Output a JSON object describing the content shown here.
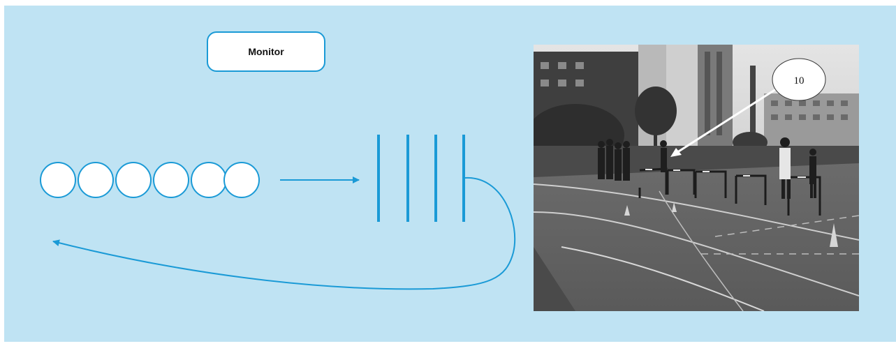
{
  "monitor": {
    "label": "Monitor"
  },
  "diagram": {
    "athlete_count": 6,
    "hurdle_count": 4,
    "accent_color": "#1a9ad6",
    "background_color": "#bfe3f3"
  },
  "photo": {
    "callout_label": "10"
  }
}
